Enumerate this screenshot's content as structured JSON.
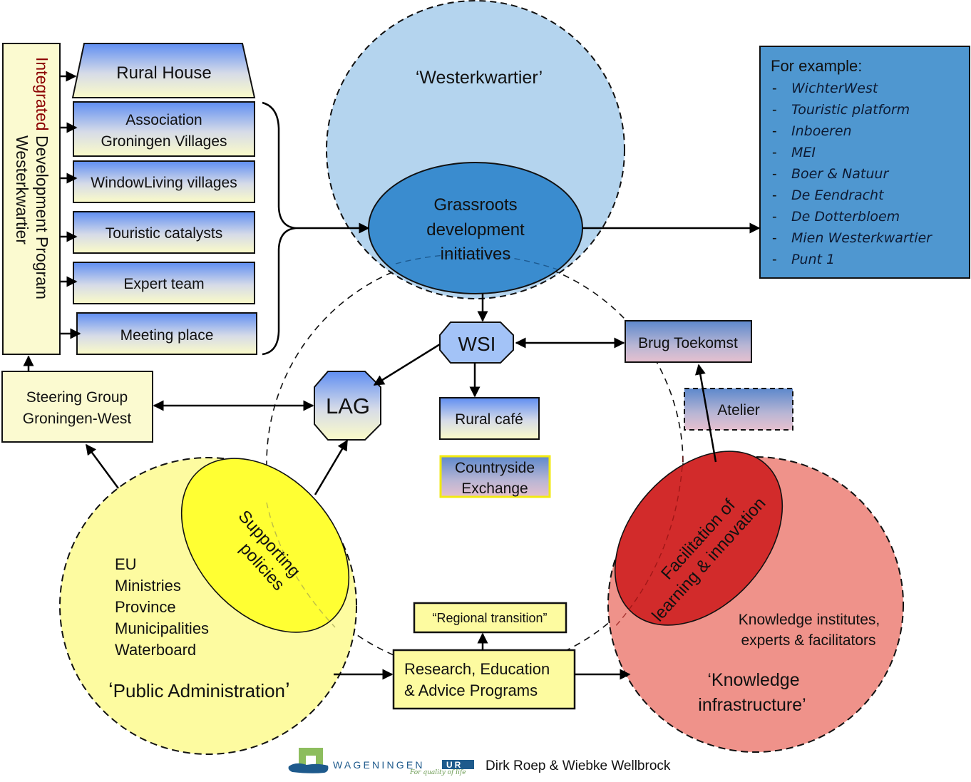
{
  "program": {
    "title_highlight": "Integrated",
    "title_rest": " Development Program",
    "subtitle": "Westerkwartier",
    "highlight_color": "#8b0000"
  },
  "left_boxes": [
    {
      "lines": [
        "Rural House"
      ]
    },
    {
      "lines": [
        "Association",
        "Groningen Villages"
      ]
    },
    {
      "lines": [
        "WindowLiving villages"
      ]
    },
    {
      "lines": [
        "Touristic catalysts"
      ]
    },
    {
      "lines": [
        "Expert team"
      ]
    },
    {
      "lines": [
        "Meeting place"
      ]
    }
  ],
  "steering_group": {
    "lines": [
      "Steering Group",
      "Groningen-West"
    ]
  },
  "westerkwartier": {
    "label": "‘Westerkwartier’",
    "color": "#b4d4ee"
  },
  "grassroots": {
    "lines": [
      "Grassroots",
      "development",
      "initiatives"
    ],
    "color": "#3a8ccf"
  },
  "examples": {
    "heading": "For example:",
    "bullet": "-",
    "items": [
      "WichterWest",
      "Touristic platform",
      "Inboeren",
      "MEI",
      "Boer & Natuur",
      "De Eendracht",
      "De Dotterbloem",
      "Mien Westerkwartier",
      "Punt 1"
    ],
    "color": "#4f97d0"
  },
  "wsi": {
    "label": "WSI"
  },
  "lag": {
    "label": "LAG"
  },
  "rural_cafe": {
    "label": "Rural café"
  },
  "countryside_exchange": {
    "lines": [
      "Countryside",
      "Exchange"
    ]
  },
  "brug_toekomst": {
    "label": "Brug Toekomst"
  },
  "atelier": {
    "label": "Atelier"
  },
  "public_admin": {
    "label": "Public Administration",
    "members": [
      "EU",
      "Ministries",
      "Province",
      "Municipalities",
      "Waterboard"
    ],
    "policy_lines": [
      "Supporting",
      "policies"
    ],
    "color": "#fdfba0",
    "policy_color": "#ffff33"
  },
  "knowledge": {
    "label_lines": [
      "‘Knowledge",
      "infrastructure’"
    ],
    "institutes_lines": [
      "Knowledge institutes,",
      "experts & facilitators"
    ],
    "facilitation_lines": [
      "Facilitation of",
      "learning & innovation"
    ],
    "color": "#ef928a",
    "facilitation_color": "#d22b2b"
  },
  "research": {
    "lines": [
      "Research, Education",
      "& Advice Programs"
    ]
  },
  "regional_transition": {
    "label": "“Regional transition”"
  },
  "footer": {
    "logo_word": "WAGENINGEN",
    "logo_ur": "UR",
    "logo_tagline": "For quality of life",
    "authors": "Dirk Roep & Wiebke Wellbrock"
  }
}
